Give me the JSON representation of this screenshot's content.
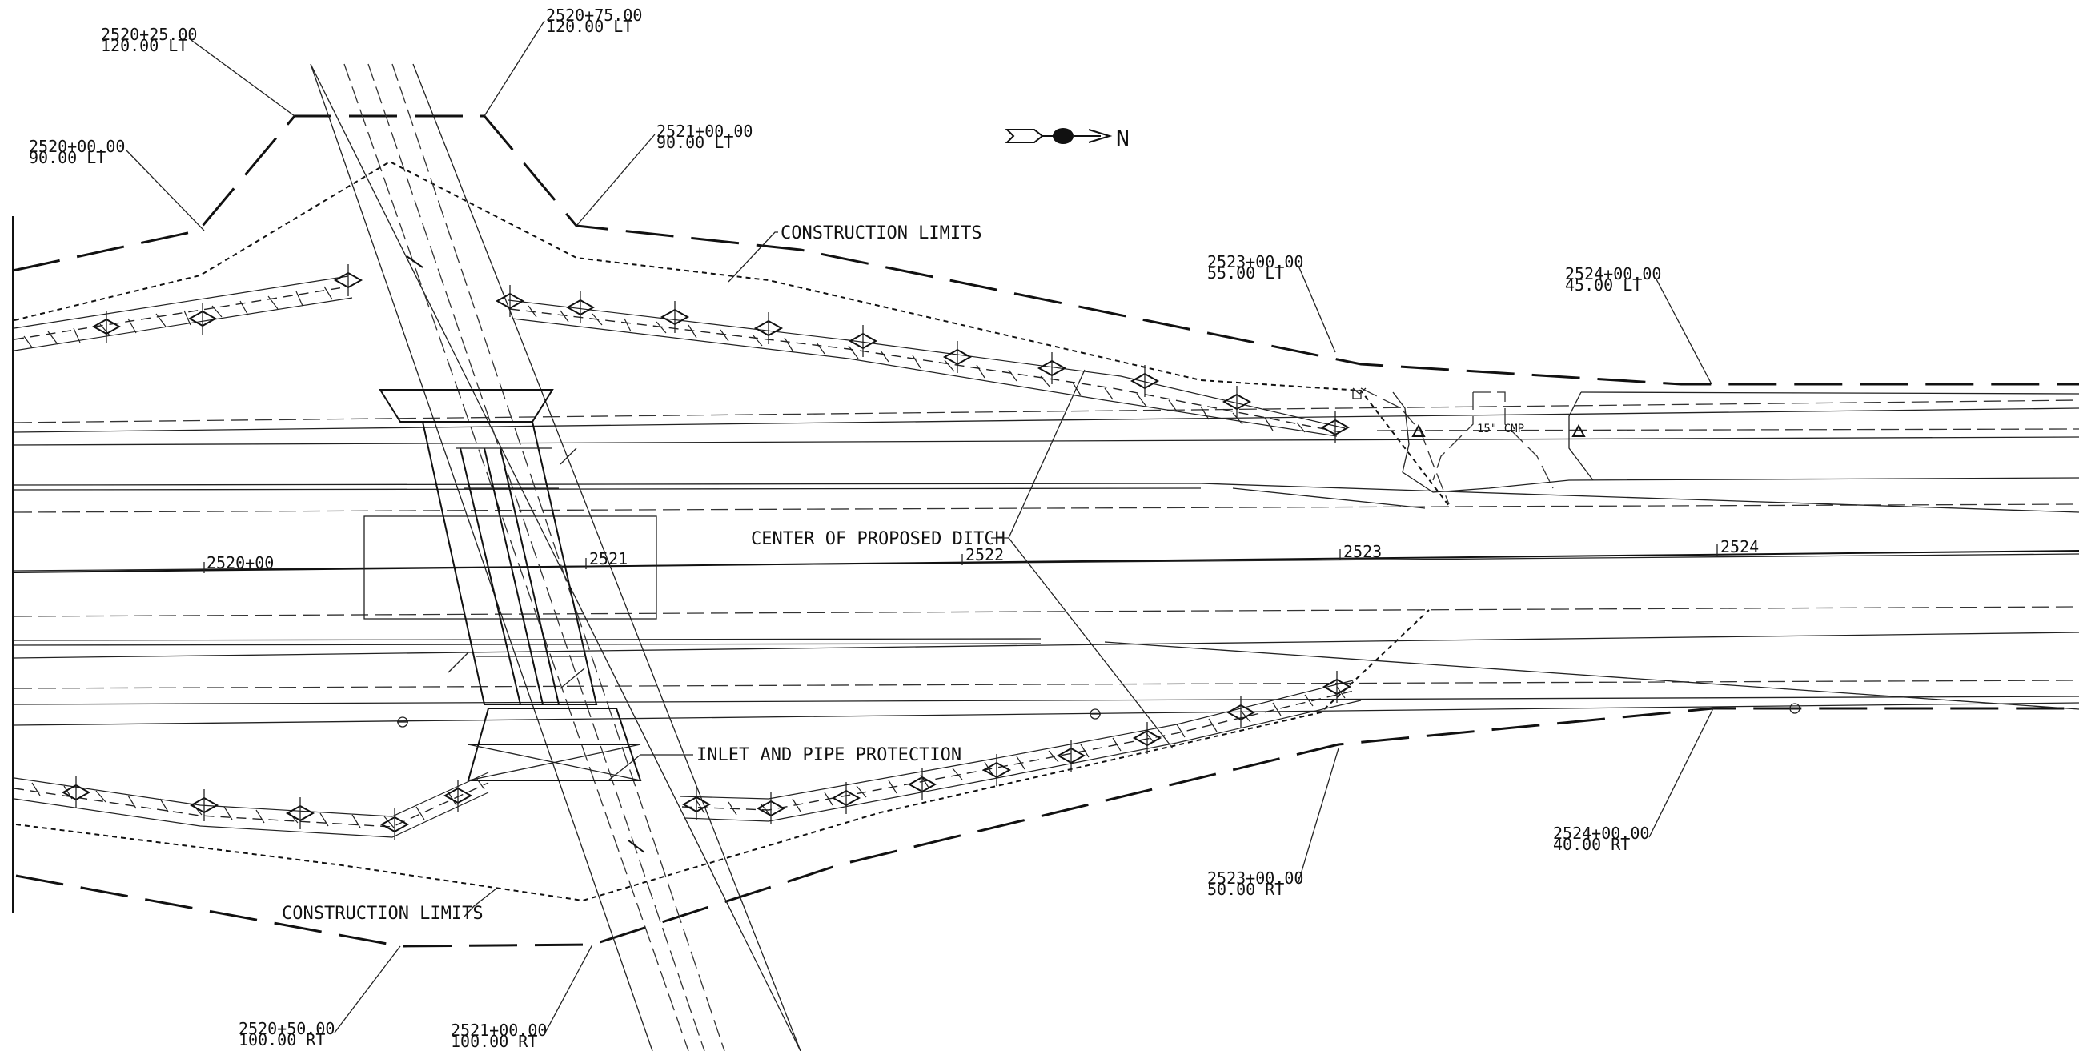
{
  "labels": {
    "construction_limits_top": "CONSTRUCTION LIMITS",
    "construction_limits_bottom": "CONSTRUCTION LIMITS",
    "center_of_ditch": "CENTER OF PROPOSED DITCH",
    "inlet_protection": "INLET AND PIPE PROTECTION",
    "pipe_note": "15\" CMP",
    "north_letter": "N"
  },
  "offset_callouts": [
    {
      "id": "o1",
      "station": "2520+25.00",
      "offset": "120.00 LT"
    },
    {
      "id": "o2",
      "station": "2520+75.00",
      "offset": "120.00 LT"
    },
    {
      "id": "o3",
      "station": "2520+00.00",
      "offset": "90.00 LT"
    },
    {
      "id": "o4",
      "station": "2521+00.00",
      "offset": "90.00 LT"
    },
    {
      "id": "o5",
      "station": "2523+00.00",
      "offset": "55.00 LT"
    },
    {
      "id": "o6",
      "station": "2524+00.00",
      "offset": "45.00 LT"
    },
    {
      "id": "o7",
      "station": "2524+00.00",
      "offset": "40.00 RT"
    },
    {
      "id": "o8",
      "station": "2523+00.00",
      "offset": "50.00 RT"
    },
    {
      "id": "o9",
      "station": "2520+50.00",
      "offset": "100.00 RT"
    },
    {
      "id": "o10",
      "station": "2521+00.00",
      "offset": "100.00 RT"
    }
  ],
  "stations": [
    "2520+00",
    "2521",
    "2522",
    "2523",
    "2524"
  ]
}
